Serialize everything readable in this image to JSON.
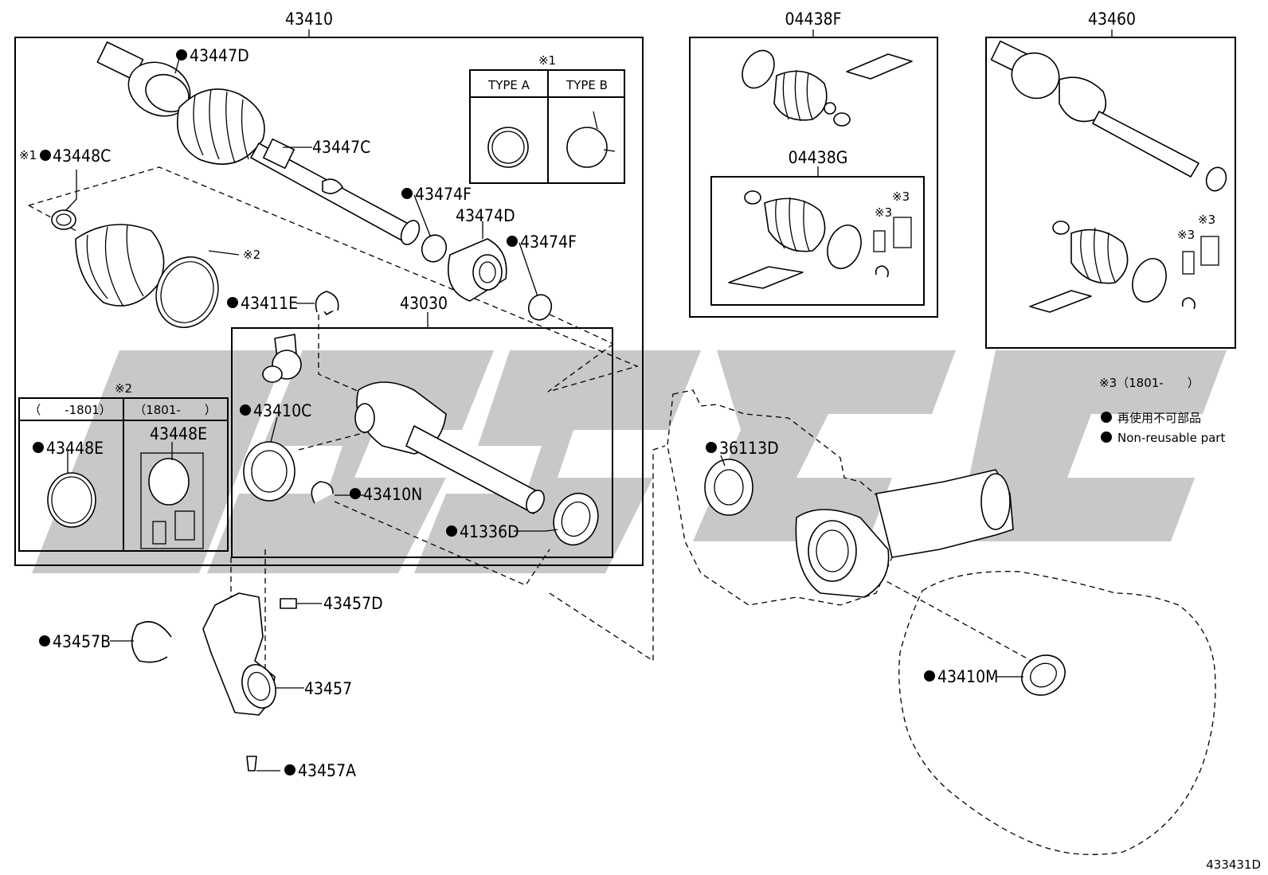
{
  "labels": {
    "assembly_43410": "43410",
    "kit_04438F": "04438F",
    "kit_43460": "43460",
    "kit_04438G": "04438G",
    "p_43447D": "43447D",
    "p_43447C": "43447C",
    "p_43448C": "43448C",
    "p_43474F_a": "43474F",
    "p_43474D": "43474D",
    "p_43474F_b": "43474F",
    "p_43411E": "43411E",
    "p_43030": "43030",
    "p_43410C": "43410C",
    "p_43410N": "43410N",
    "p_41336D": "41336D",
    "p_43448E_a": "43448E",
    "p_43448E_b": "43448E",
    "p_43457D": "43457D",
    "p_43457B": "43457B",
    "p_43457": "43457",
    "p_43457A": "43457A",
    "p_36113D": "36113D",
    "p_43410M": "43410M",
    "diagram_code": "433431D"
  },
  "notes": {
    "ref1": "※1",
    "ref1_small": "※1",
    "ref2": "※2",
    "ref2_table": "※2",
    "ref3": "※3",
    "ref3_note": "※3（1801-　　）",
    "type_a": "TYPE A",
    "type_b": "TYPE B",
    "range_before": "（　　-1801）",
    "range_after": "（1801-　　）"
  },
  "legend": {
    "jp": "再使用不可部品",
    "en": "Non-reusable part"
  },
  "colors": {
    "line": "#000000",
    "watermark": "#c8c8c8",
    "background": "#ffffff"
  }
}
